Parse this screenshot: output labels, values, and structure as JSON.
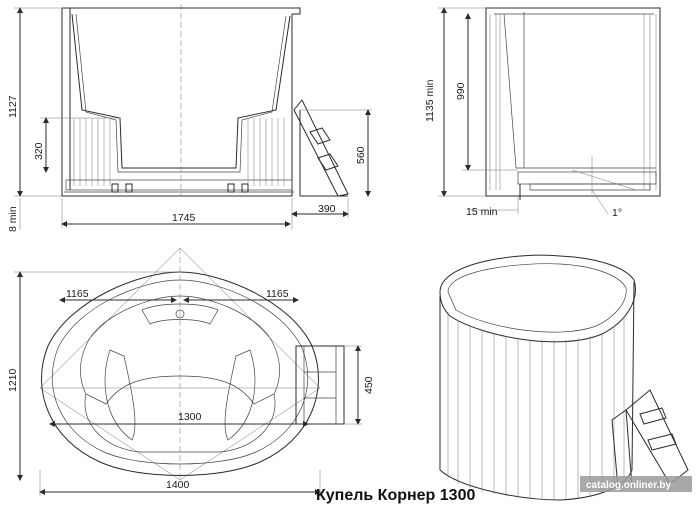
{
  "title": "Купель  Корнер 1300",
  "watermark": "catalog.onliner.by",
  "front_view": {
    "dim_height_total": "1127",
    "dim_step_height": "320",
    "dim_floor_offset": "8 min",
    "dim_width": "1745",
    "dim_ladder_width": "390",
    "dim_ladder_height": "560"
  },
  "side_view": {
    "dim_height_total": "1135 min",
    "dim_height_inner": "990",
    "dim_floor_offset": "15 min",
    "dim_slope": "1°"
  },
  "top_view": {
    "dim_side_left": "1165",
    "dim_side_right": "1165",
    "dim_depth": "1210",
    "dim_inner": "1300",
    "dim_width": "1400",
    "dim_ladder": "450"
  },
  "colors": {
    "line": "#2b2b2b",
    "background": "#ffffff"
  }
}
